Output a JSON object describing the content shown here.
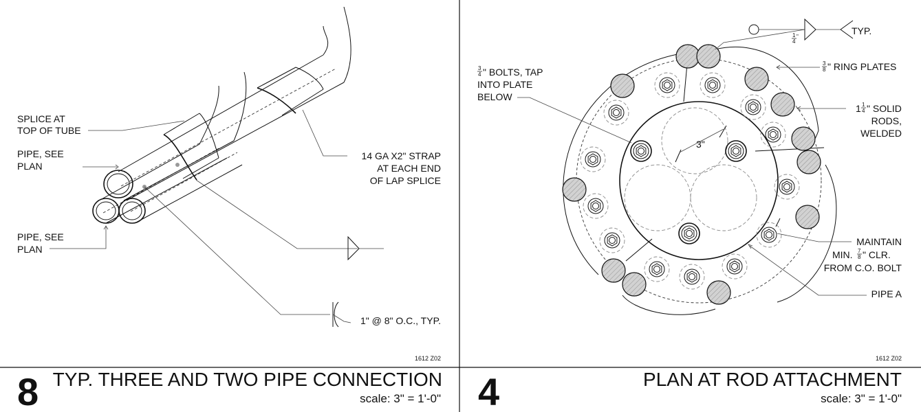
{
  "left_detail": {
    "number": "8",
    "title": "TYP. THREE AND TWO PIPE CONNECTION",
    "scale": "scale:  3\" = 1'-0\"",
    "code": "1612 Z02",
    "labels": {
      "splice_1": "SPLICE AT",
      "splice_2": "TOP OF TUBE",
      "pipe_top_1": "PIPE, SEE",
      "pipe_top_2": "PLAN",
      "pipe_bot_1": "PIPE, SEE",
      "pipe_bot_2": "PLAN",
      "strap_1": "14 GA X2\" STRAP",
      "strap_2": "AT EACH END",
      "strap_3": "OF LAP SPLICE",
      "weld": "1\" @ 8\" O.C., TYP."
    }
  },
  "right_detail": {
    "number": "4",
    "title": "PLAN AT ROD ATTACHMENT",
    "scale": "scale:  3\" = 1'-0\"",
    "code": "1612 Z02",
    "labels": {
      "typ": "TYP.",
      "weld_num": "1",
      "weld_den": "4",
      "weld_unit": "\"",
      "ring_num": "3",
      "ring_den": "8",
      "ring_text": "\" RING PLATES",
      "bolts_num": "3",
      "bolts_den": "4",
      "bolts_text": "\" BOLTS, TAP",
      "bolts_2": "INTO PLATE",
      "bolts_3": "BELOW",
      "rods_whole": "1",
      "rods_num": "1",
      "rods_den": "4",
      "rods_text": "\" SOLID",
      "rods_2": "RODS,",
      "rods_3": "WELDED",
      "dim": "3\"",
      "maintain_1": "MAINTAIN",
      "maintain_2a": "MIN. ",
      "maintain_num": "7",
      "maintain_den": "8",
      "maintain_2b": "\" CLR.",
      "maintain_3": "FROM C.O. BOLT",
      "pipe_a": "PIPE A"
    }
  }
}
